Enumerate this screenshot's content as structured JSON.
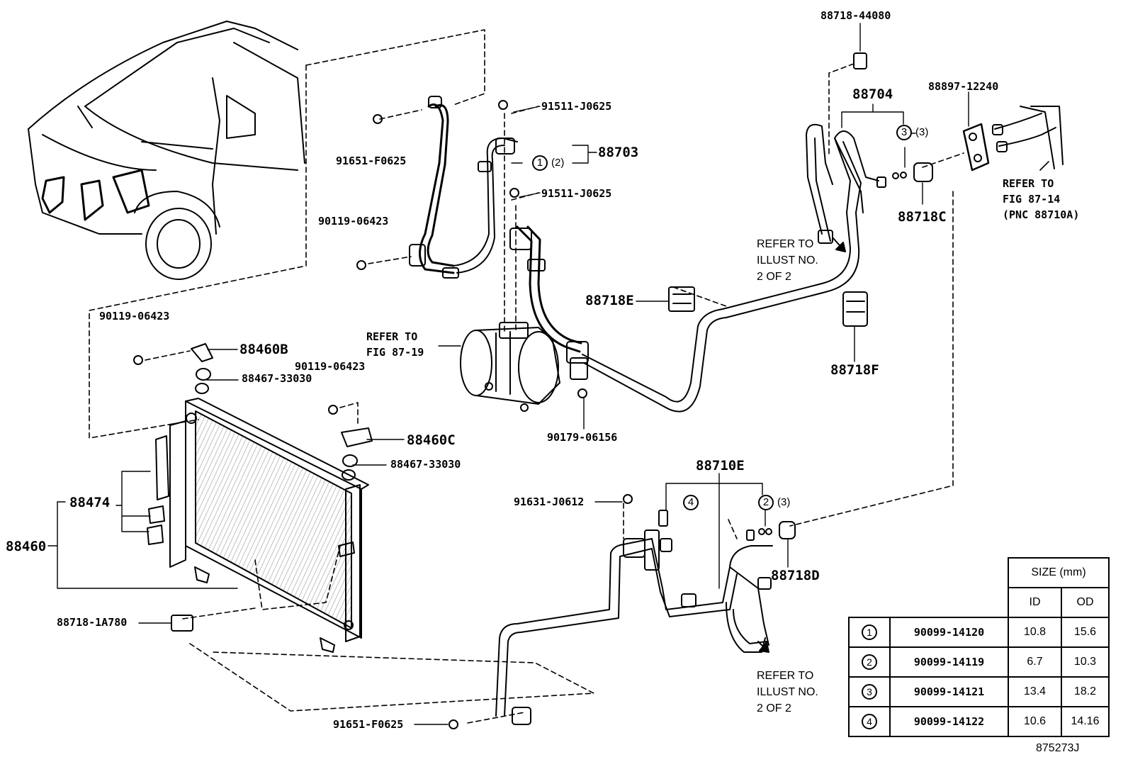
{
  "part_numbers": {
    "p88718_44080": "88718-44080",
    "p88704": "88704",
    "p88897_12240": "88897-12240",
    "p91511_J0625_a": "91511-J0625",
    "p91651_F0625_a": "91651-F0625",
    "p88703": "88703",
    "p91511_J0625_b": "91511-J0625",
    "p90119_06423_a": "90119-06423",
    "p88718C": "88718C",
    "p88718E": "88718E",
    "p88718F": "88718F",
    "p90119_06423_b": "90119-06423",
    "p88460B": "88460B",
    "p88467_33030_a": "88467-33030",
    "p90119_06423_c": "90119-06423",
    "p90179_06156": "90179-06156",
    "p88460C": "88460C",
    "p88467_33030_b": "88467-33030",
    "p88710E": "88710E",
    "p88474": "88474",
    "p91631_J0612": "91631-J0612",
    "p88460": "88460",
    "p88718D": "88718D",
    "p88718_1A780": "88718-1A780",
    "p91651_F0625_b": "91651-F0625"
  },
  "notes": {
    "refer_fig_87_19": [
      "REFER TO",
      "FIG 87-19"
    ],
    "refer_fig_87_14": [
      "REFER TO",
      "FIG 87-14",
      "(PNC 88710A)"
    ],
    "refer_illust_top": [
      "REFER TO",
      "ILLUST NO.",
      "2 OF 2"
    ],
    "refer_illust_bottom": [
      "REFER TO",
      "ILLUST NO.",
      "2 OF 2"
    ]
  },
  "callouts": {
    "c1": "1",
    "c1_qty": "(2)",
    "c3": "3",
    "c3_qty": "(3)",
    "c4": "4",
    "c2": "2",
    "c2_qty": "(3)"
  },
  "size_table": {
    "header": "SIZE (mm)",
    "col_id": "ID",
    "col_od": "OD",
    "rows": [
      {
        "ref": "1",
        "part": "90099-14120",
        "id": "10.8",
        "od": "15.6"
      },
      {
        "ref": "2",
        "part": "90099-14119",
        "id": "6.7",
        "od": "10.3"
      },
      {
        "ref": "3",
        "part": "90099-14121",
        "id": "13.4",
        "od": "18.2"
      },
      {
        "ref": "4",
        "part": "90099-14122",
        "id": "10.6",
        "od": "14.16"
      }
    ]
  },
  "illustration_id": "875273J"
}
